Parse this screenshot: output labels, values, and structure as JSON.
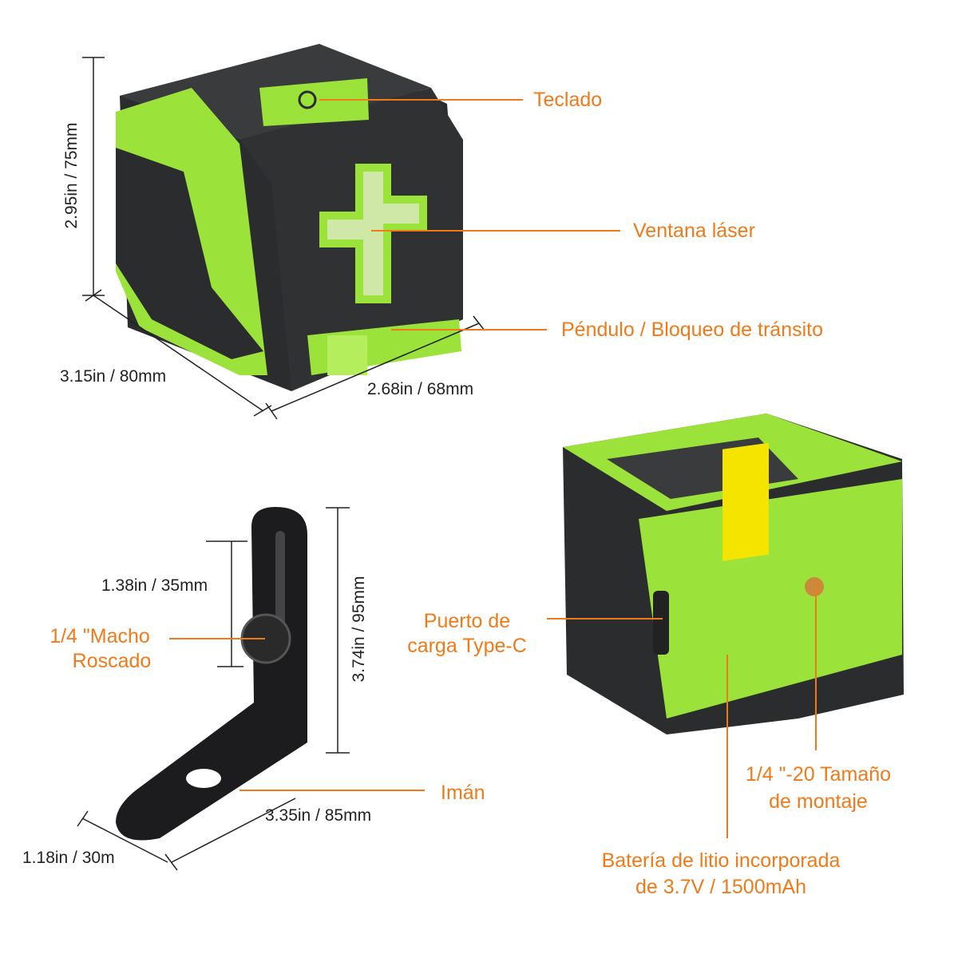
{
  "colors": {
    "accent": "#f07a1a",
    "product_green": "#9be23a",
    "product_dark": "#2b2c2e"
  },
  "callouts": {
    "keypad": "Teclado",
    "laser_window": "Ventana láser",
    "pendulum_lock": "Péndulo / Bloqueo de tránsito",
    "male_thread_line1": "1/4 \"Macho",
    "male_thread_line2": "Roscado",
    "magnet": "Imán",
    "charging_port_line1": "Puerto de",
    "charging_port_line2": "carga Type-C",
    "mount_size_line1": "1/4 \"-20 Tamaño",
    "mount_size_line2": "de montaje",
    "battery_line1": "Batería de litio incorporada",
    "battery_line2": "de 3.7V / 1500mAh"
  },
  "dimensions": {
    "cube_height": "2.95in / 75mm",
    "cube_length": "3.15in / 80mm",
    "cube_width": "2.68in / 68mm",
    "bracket_slot": "1.38in / 35mm",
    "bracket_height": "3.74in / 95mm",
    "bracket_length": "3.35in / 85mm",
    "bracket_width": "1.18in / 30m"
  }
}
